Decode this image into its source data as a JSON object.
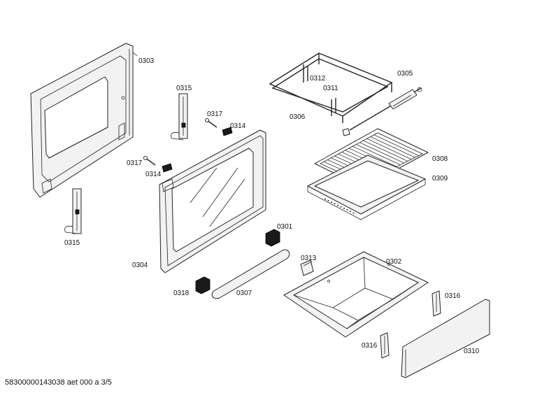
{
  "labels": {
    "l0303": "0303",
    "l0315a": "0315",
    "l0317a": "0317",
    "l0314a": "0314",
    "l0317b": "0317",
    "l0314b": "0314",
    "l0315b": "0315",
    "l0304": "0304",
    "l0312": "0312",
    "l0311": "0311",
    "l0306": "0306",
    "l0305": "0305",
    "l0308": "0308",
    "l0309": "0309",
    "l0301": "0301",
    "l0313": "0313",
    "l0302": "0302",
    "l0318": "0318",
    "l0307": "0307",
    "l0316a": "0316",
    "l0316b": "0316",
    "l0310": "0310"
  },
  "footer": "58300000143038 aet 000 a 3/5"
}
